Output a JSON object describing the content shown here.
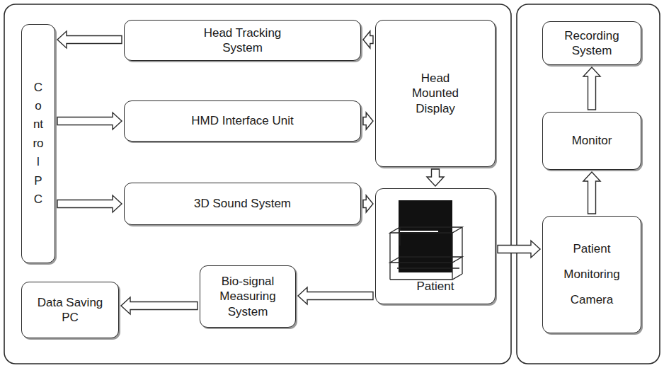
{
  "diagram": {
    "nodes": [
      {
        "text": [
          "Control PC"
        ]
      },
      {
        "text": [
          "Head Tracking System"
        ]
      },
      {
        "text": [
          "Head Mounted Display"
        ]
      },
      {
        "text": [
          "HMD Interface Unit"
        ]
      },
      {
        "text": [
          "3D Sound System"
        ]
      },
      {
        "text": [
          "Patient"
        ]
      },
      {
        "text": [
          "Data Saving PC"
        ]
      },
      {
        "text": [
          "Bio-signal Measuring System"
        ]
      },
      {
        "text": [
          "Recording System"
        ]
      },
      {
        "text": [
          "Monitor"
        ]
      },
      {
        "text": [
          "Patient Monitoring Camera"
        ]
      }
    ],
    "edges": [
      {
        "from": 1,
        "to": 0,
        "arrow": "to"
      },
      {
        "from": 2,
        "to": 1,
        "arrow": "to"
      },
      {
        "from": 0,
        "to": 3,
        "arrow": "to"
      },
      {
        "from": 3,
        "to": 2,
        "arrow": "to"
      },
      {
        "from": 0,
        "to": 4,
        "arrow": "to"
      },
      {
        "from": 4,
        "to": 5,
        "arrow": "to"
      },
      {
        "from": 2,
        "to": 5,
        "arrow": "to"
      },
      {
        "from": 5,
        "to": 7,
        "arrow": "to"
      },
      {
        "from": 7,
        "to": 6,
        "arrow": "to"
      },
      {
        "from": 5,
        "to": 10,
        "arrow": "to"
      },
      {
        "from": 10,
        "to": 9,
        "arrow": "to"
      },
      {
        "from": 9,
        "to": 8,
        "arrow": "to"
      }
    ]
  }
}
